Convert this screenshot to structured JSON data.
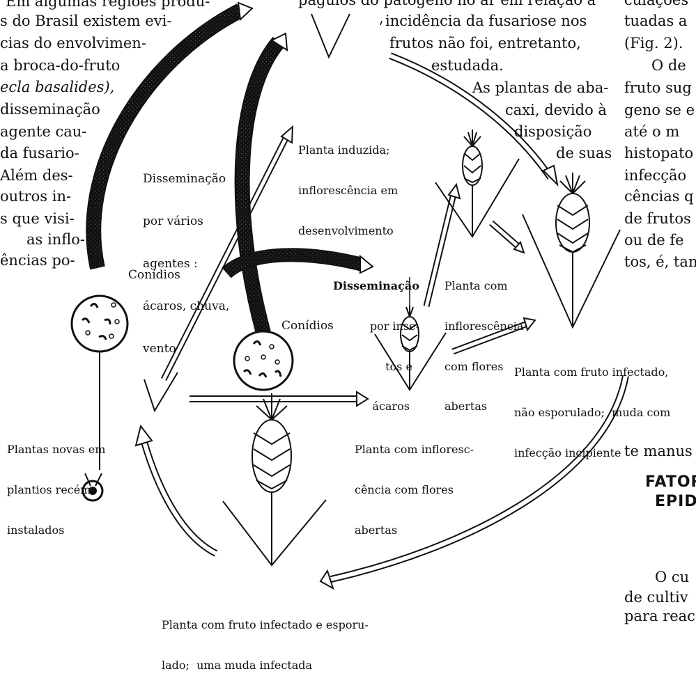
{
  "left_column": {
    "lines": [
      "Em algumas regiões produ-",
      "s do Brasil existem evi-",
      "cias do envolvimen-",
      "a broca-do-fruto",
      "ecla basalides),",
      "disseminação",
      "agente cau-",
      "da fusario-",
      "Além des-",
      "outros in-",
      "s que visi-",
      "as inflo-",
      "ências po-"
    ]
  },
  "top_text": {
    "lines": [
      "págulos do patógeno no ar em relação à",
      "incidência da fusariose nos",
      "frutos não foi, entretanto,",
      "estudada.",
      "As plantas de aba-",
      "caxi, devido à",
      "disposição",
      "de suas"
    ]
  },
  "right_column": {
    "lines": [
      "culações",
      "tuadas a",
      "(Fig. 2).",
      "O de",
      "fruto sug",
      "geno se e",
      "até o m",
      "histopato",
      "infecção",
      "cências q",
      "de frutos",
      "ou de fe",
      "tos, é, tan",
      "te manus"
    ],
    "heading_lines": [
      "FATOR",
      "EPID"
    ],
    "bottom_lines": [
      "O cu",
      "de cultiv",
      "para reac"
    ]
  },
  "diagram": {
    "labels": {
      "planta_induzida": [
        "Planta induzida;",
        "inflorescência em",
        "desenvolvimento"
      ],
      "disseminacao_varios": [
        "Disseminação",
        "por vários",
        "agentes :",
        "ácaros, chuva,",
        "vento"
      ],
      "conidios_left": "Conídios",
      "conidios_center": "Conídios",
      "disseminacao_insetos": [
        "Disseminação",
        "por inse-",
        "tos e",
        "ácaros"
      ],
      "planta_flores_upper": [
        "Planta com",
        "inflorescência",
        "com flores",
        "abertas"
      ],
      "fruto_nao_esporulado": [
        "Planta com fruto infectado,",
        "não esporulado;  muda com",
        "infecção incipiente"
      ],
      "plantas_novas": [
        "Plantas novas em",
        "plantios recém-",
        "instalados"
      ],
      "planta_flores_lower": [
        "Planta com infloresc-",
        "cência com flores",
        "abertas"
      ],
      "fruto_esporulado": [
        "Planta com fruto infectado e esporu-",
        "lado;  uma muda infectada"
      ]
    }
  }
}
